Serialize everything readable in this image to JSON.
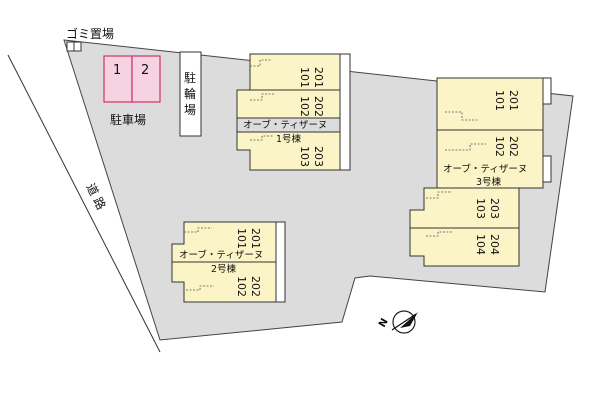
{
  "labels": {
    "garbage": "ゴミ置場",
    "parking_title": "駐車場",
    "parking_spaces": [
      "1",
      "2"
    ],
    "bicycle_parking": [
      "駐",
      "輪",
      "場"
    ],
    "road": [
      "道",
      "路"
    ]
  },
  "buildings": [
    {
      "name": "オーブ・ティザーヌ",
      "number": "1号棟",
      "units_upper": [
        [
          "201",
          "101"
        ],
        [
          "202",
          "102"
        ]
      ],
      "units_lower": [
        [
          "203",
          "103"
        ]
      ]
    },
    {
      "name": "オーブ・ティザーヌ",
      "number": "2号棟",
      "units_upper": [
        [
          "201",
          "101"
        ]
      ],
      "units_lower": [
        [
          "202",
          "102"
        ]
      ]
    },
    {
      "name": "オーブ・ティザーヌ",
      "number": "3号棟",
      "units_upper": [
        [
          "201",
          "101"
        ],
        [
          "202",
          "102"
        ]
      ],
      "units_lower": [
        [
          "203",
          "103"
        ],
        [
          "204",
          "104"
        ]
      ]
    }
  ],
  "compass": {
    "label": "N"
  },
  "colors": {
    "site": "#dcdcdc",
    "building": "#fbf4c6",
    "parking_fill": "#f7d2e0",
    "parking_border": "#d23070"
  }
}
